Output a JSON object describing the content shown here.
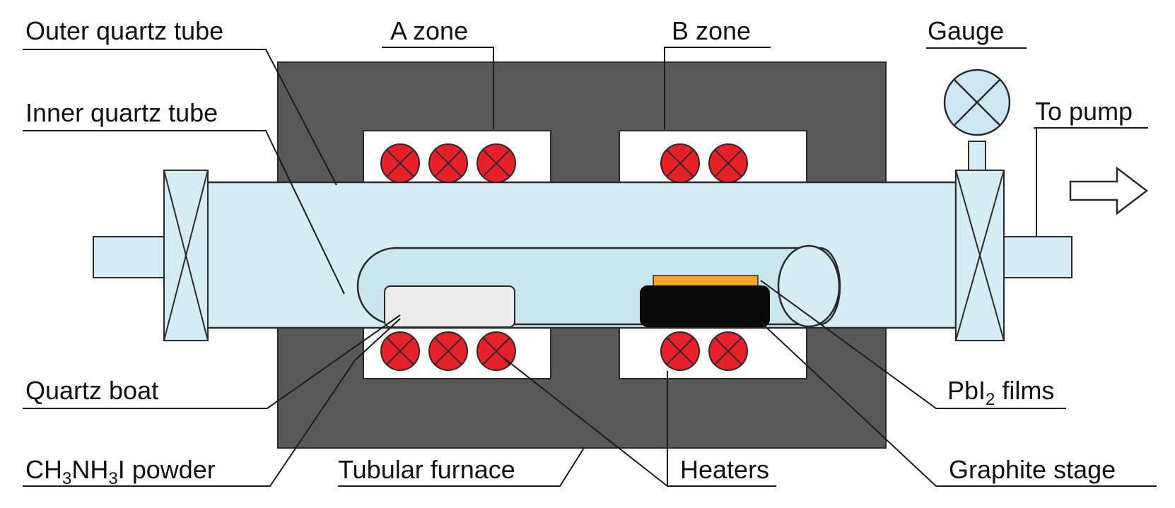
{
  "labels": {
    "outer_tube": "Outer quartz tube",
    "inner_tube": "Inner quartz tube",
    "a_zone": "A zone",
    "b_zone": "B zone",
    "gauge": "Gauge",
    "to_pump": "To pump",
    "quartz_boat": "Quartz boat",
    "powder": {
      "p1": "CH",
      "s1": "3",
      "p2": "NH",
      "s2": "3",
      "p3": "I powder"
    },
    "furnace": "Tubular furnace",
    "heaters": "Heaters",
    "films": {
      "p1": "PbI",
      "s1": "2",
      "p2": " films"
    },
    "graphite": "Graphite stage"
  },
  "colors": {
    "furnace": "#595959",
    "tube": "#d5ecf5",
    "tube_stroke": "#2a2a2a",
    "heater": "#e8202a",
    "boat": "#ececec",
    "graphite": "#0a0a0a",
    "film": "#f5a623",
    "gauge": "#cde8f3"
  },
  "heaters": {
    "top_a": 3,
    "top_b": 2,
    "bottom_a": 3,
    "bottom_b": 2
  }
}
